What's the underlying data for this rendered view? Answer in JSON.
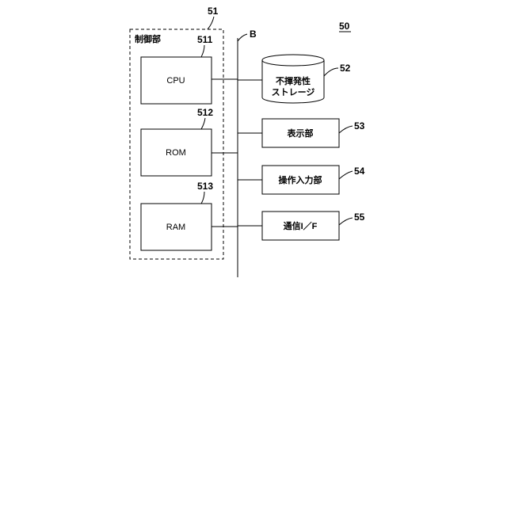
{
  "figure_number": "50",
  "bus": {
    "label": "B"
  },
  "control_unit": {
    "ref": "51",
    "title": "制御部"
  },
  "cpu": {
    "ref": "511",
    "label": "CPU"
  },
  "rom": {
    "ref": "512",
    "label": "ROM"
  },
  "ram": {
    "ref": "513",
    "label": "RAM"
  },
  "storage": {
    "ref": "52",
    "label_line1": "不揮発性",
    "label_line2": "ストレージ"
  },
  "display": {
    "ref": "53",
    "label": "表示部"
  },
  "input": {
    "ref": "54",
    "label": "操作入力部"
  },
  "comm": {
    "ref": "55",
    "label": "通信I／F"
  }
}
